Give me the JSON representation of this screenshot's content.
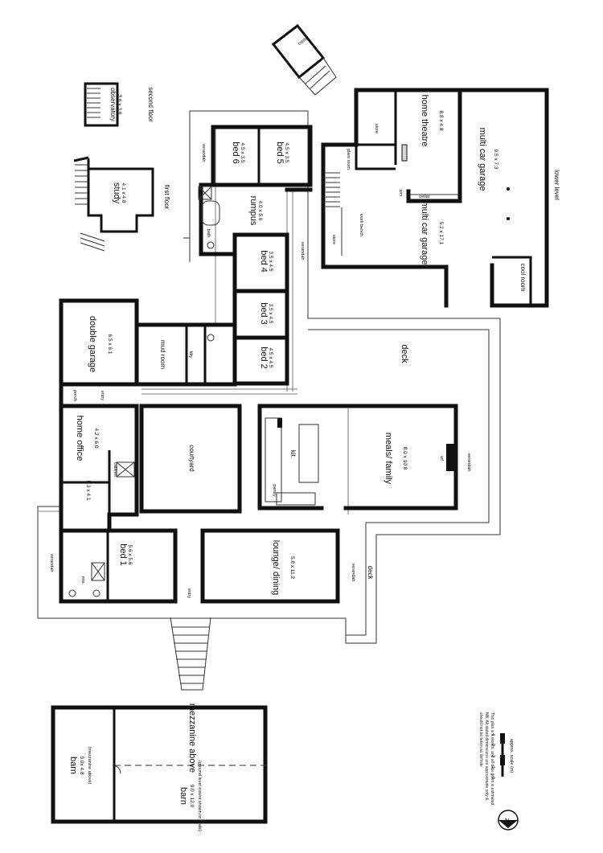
{
  "plan": {
    "levels": {
      "second_floor": "second floor",
      "first_floor": "first floor",
      "lower_level": "lower level"
    },
    "rooms": {
      "observatory": {
        "name": "observatory",
        "dim": "3.6 x 3.6"
      },
      "study": {
        "name": "study",
        "dim": "4.1 x 4.8"
      },
      "cubby": {
        "name": "cubby"
      },
      "bed6": {
        "name": "bed 6",
        "dim": "4.5 x 3.5"
      },
      "bed5": {
        "name": "bed 5",
        "dim": "4.5 x 3.5"
      },
      "rumpus": {
        "name": "rumpus",
        "dim": "4.0 x 5.6"
      },
      "bath": {
        "name": "bath"
      },
      "bed4": {
        "name": "bed 4",
        "dim": "3.5 x 4.5"
      },
      "bed3": {
        "name": "bed 3",
        "dim": "3.5 x 4.5"
      },
      "bed2": {
        "name": "bed 2",
        "dim": "4.5 x 4.5"
      },
      "double_garage": {
        "name": "double garage",
        "dim": "6.5 x 6.1"
      },
      "mud_room": {
        "name": "mud room"
      },
      "ldry": {
        "name": "ldry"
      },
      "porch": {
        "name": "porch"
      },
      "entry_side": {
        "name": "entry"
      },
      "home_office": {
        "name": "home office",
        "dim": "4.2 x 6.0"
      },
      "office_ext": {
        "dim": "5.3 x 4.1"
      },
      "courtyard": {
        "name": "courtyard"
      },
      "kit": {
        "name": "kit."
      },
      "meals_family": {
        "name": "meals/ family",
        "dim": "8.0 x 10.8"
      },
      "wf": {
        "name": "wf"
      },
      "deck_top": {
        "name": "deck"
      },
      "deck_side": {
        "name": "deck"
      },
      "bed1": {
        "name": "bed 1",
        "dim": "5.6 x 5.6"
      },
      "ens": {
        "name": "ens."
      },
      "entry_main": {
        "name": "entry"
      },
      "lounge_dining": {
        "name": "lounge/ dining",
        "dim": "5.8 x 11.2"
      },
      "home_theatre": {
        "name": "home theatre",
        "dim": "8.8 x 4.8"
      },
      "multi_car_garage_1": {
        "name": "multi car garage",
        "dim": "9.5 x 7.3"
      },
      "multi_car_garage_2": {
        "name": "multi car garage",
        "dim": "5.2 x 17.1"
      },
      "plant_room": {
        "name": "plant room"
      },
      "store_1": {
        "name": "store"
      },
      "store_2": {
        "name": "store"
      },
      "cool_room": {
        "name": "cool room"
      },
      "barn_left": {
        "name": "barn",
        "dim": "9.0x 4.8",
        "note": "(mezzanine above)"
      },
      "barn_main": {
        "name": "barn",
        "dim": "9.0 x 12.0",
        "note": "(ground level extent shown to scale)"
      },
      "mezzanine": {
        "name": "mezzanine above"
      }
    },
    "verandahs": {
      "v_top_left": "verandah",
      "v_top_mid": "verandah",
      "v_right": "verandah",
      "v_left": "verandah",
      "v_lounge": "verandah"
    },
    "fixtures": {
      "cabinet": "cabinet",
      "pantry": "pantry",
      "workbench": "work bench",
      "cellar": "cellar",
      "wm": "wm"
    },
    "legend": {
      "compass": "N",
      "scale_label": "approx. scale (m)",
      "scale_ticks": [
        "0",
        "1",
        "2",
        "3",
        "4"
      ],
      "disclaimer": "This plan is a sketch, and all data given is estimated. NB: All stated dimensions are approximate only & should not be taken as definite"
    }
  }
}
